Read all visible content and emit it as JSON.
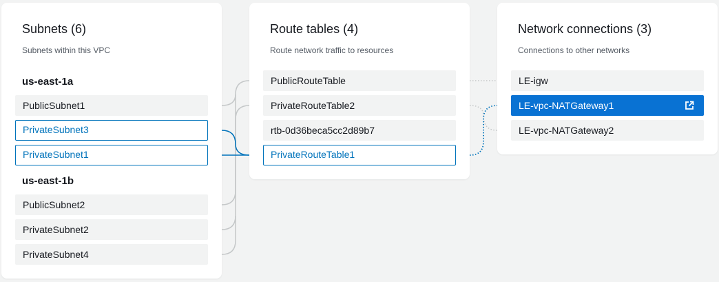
{
  "subnets": {
    "title": "Subnets (6)",
    "subtitle": "Subnets within this VPC",
    "zones": [
      {
        "name": "us-east-1a",
        "items": [
          "PublicSubnet1",
          "PrivateSubnet3",
          "PrivateSubnet1"
        ]
      },
      {
        "name": "us-east-1b",
        "items": [
          "PublicSubnet2",
          "PrivateSubnet2",
          "PrivateSubnet4"
        ]
      }
    ],
    "selected": [
      "PrivateSubnet3",
      "PrivateSubnet1"
    ]
  },
  "route_tables": {
    "title": "Route tables (4)",
    "subtitle": "Route network traffic to resources",
    "items": [
      "PublicRouteTable",
      "PrivateRouteTable2",
      "rtb-0d36beca5cc2d89b7",
      "PrivateRouteTable1"
    ],
    "selected": "PrivateRouteTable1"
  },
  "network_connections": {
    "title": "Network connections (3)",
    "subtitle": "Connections to other networks",
    "items": [
      "LE-igw",
      "LE-vpc-NATGateway1",
      "LE-vpc-NATGateway2"
    ],
    "active": "LE-vpc-NATGateway1",
    "active_icon": "external-link-icon"
  },
  "colors": {
    "accent": "#0073bb",
    "active_bg": "#0972d3",
    "link_gray": "#c4c7c8"
  }
}
